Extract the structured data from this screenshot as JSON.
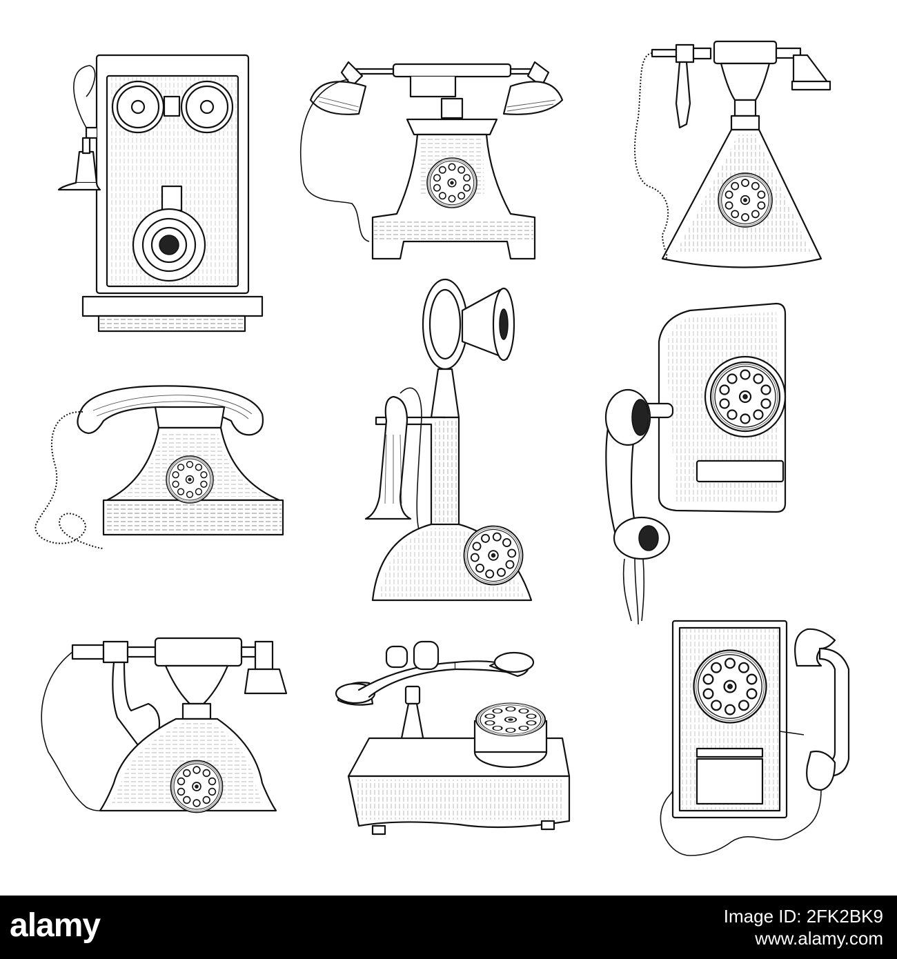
{
  "illustration": {
    "style": "engraved-sketch",
    "ink_color": "#111111",
    "paper_color": "#ffffff",
    "phones": [
      {
        "name": "wall-crank-telephone",
        "icon": "wall-crank-phone-icon"
      },
      {
        "name": "cradle-telephone-with-bells",
        "icon": "bell-cradle-phone-icon"
      },
      {
        "name": "pyramid-base-telephone",
        "icon": "pyramid-phone-icon"
      },
      {
        "name": "rotary-desk-telephone",
        "icon": "rotary-desk-phone-icon"
      },
      {
        "name": "candlestick-telephone",
        "icon": "candlestick-phone-icon"
      },
      {
        "name": "wall-rotary-telephone",
        "icon": "wall-rotary-phone-icon"
      },
      {
        "name": "cradle-rotary-telephone",
        "icon": "cradle-rotary-phone-icon"
      },
      {
        "name": "box-base-telephone",
        "icon": "box-base-phone-icon"
      },
      {
        "name": "payphone",
        "icon": "payphone-icon"
      }
    ]
  },
  "footer": {
    "background": "#000000",
    "text_color": "#ffffff",
    "watermark": "alamy",
    "image_id": "Image ID: 2FK2BK9",
    "site": "www.alamy.com"
  }
}
